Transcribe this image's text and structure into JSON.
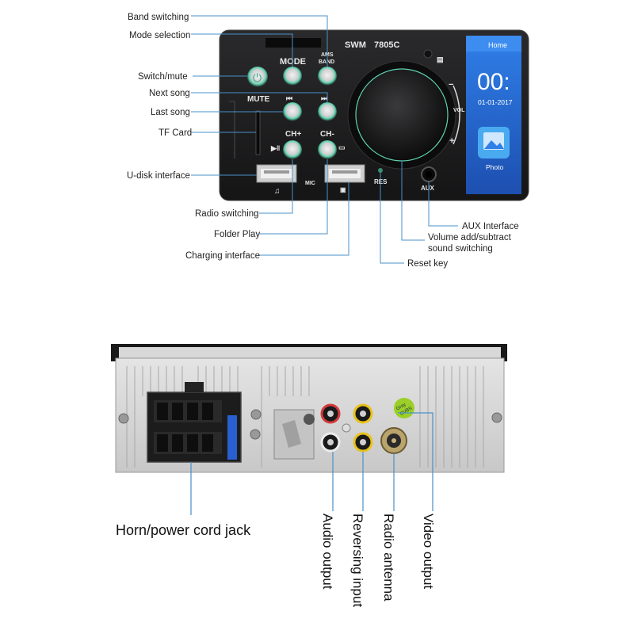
{
  "front_panel": {
    "model_left": "SWM",
    "model_right": "7805C",
    "buttons": {
      "mode": "MODE",
      "ams": "AMS",
      "band": "BAND",
      "mute": "MUTE",
      "ch_plus": "CH+",
      "ch_minus": "CH-",
      "mic": "MIC",
      "res": "RES",
      "aux": "AUX",
      "vol": "VOL",
      "vol_minus": "−",
      "vol_plus": "+"
    },
    "screen": {
      "tab": "Home",
      "time": "00:",
      "date": "01-01-2017",
      "app": "Photo"
    }
  },
  "labels_left": {
    "band_switching": "Band switching",
    "mode_selection": "Mode selection",
    "switch_mute": "Switch/mute",
    "next_song": "Next song",
    "last_song": "Last song",
    "tf_card": "TF Card",
    "u_disk": "U-disk interface"
  },
  "labels_bottom": {
    "radio_switching": "Radio switching",
    "folder_play": "Folder Play",
    "charging": "Charging interface",
    "aux_interface": "AUX Interface",
    "volume_1": "Volume add/subtract",
    "volume_2": "sound switching",
    "reset": "Reset key"
  },
  "rear_panel": {
    "sticker_1": "Gray",
    "sticker_2": "CVBS",
    "labels": {
      "horn": "Horn/power cord jack",
      "audio": "Audio output",
      "reversing": "Reversing input",
      "antenna": "Radio antenna",
      "video": "Video output"
    }
  },
  "colors": {
    "callout_line": "#4a90c8",
    "button_teal": "#5fd3b0",
    "panel": "#1e1e20",
    "screen": "#2a6fd8",
    "rca_red": "#d23a3a",
    "rca_yellow": "#e8c21c"
  }
}
